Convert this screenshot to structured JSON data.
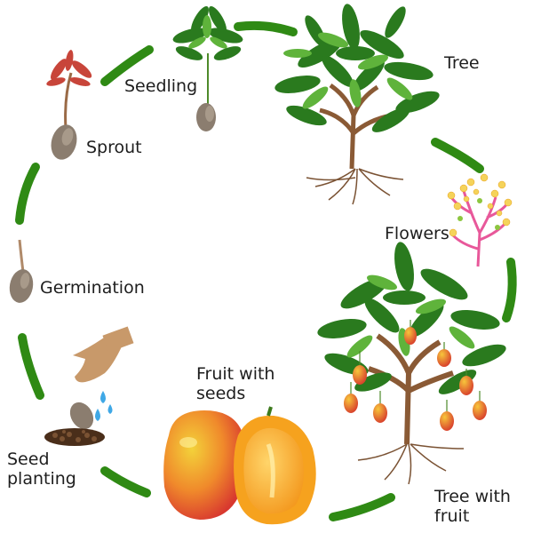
{
  "stages": {
    "seedling": "Seedling",
    "tree": "Tree",
    "sprout": "Sprout",
    "flowers": "Flowers",
    "germination": "Germination",
    "fruit_with_seeds": [
      "Fruit with",
      "seeds"
    ],
    "seed_planting": [
      "Seed",
      "planting"
    ],
    "tree_with_fruit": [
      "Tree with",
      "fruit"
    ]
  },
  "colors": {
    "arrow": "#2f8a14",
    "leaf_dark": "#2a7a1e",
    "leaf_light": "#5fb33b",
    "trunk": "#8a5a35",
    "roots": "#7a5233",
    "seed": "#8b7d6f",
    "sprout_leaf": "#c8453a",
    "mango_red": "#e2473a",
    "mango_yellow": "#f3c23a",
    "mango_flesh": "#f6a21e",
    "flower_pink": "#e8589a",
    "flower_yellow": "#f5d35a",
    "soil": "#5a3a22",
    "hand": "#c8996a",
    "water": "#3fa8e6"
  },
  "icons": [
    "seedling-icon",
    "tree-icon",
    "flowers-icon",
    "fruiting-tree-icon",
    "mango-fruit-icon",
    "planting-icon",
    "germination-icon",
    "sprout-icon"
  ]
}
